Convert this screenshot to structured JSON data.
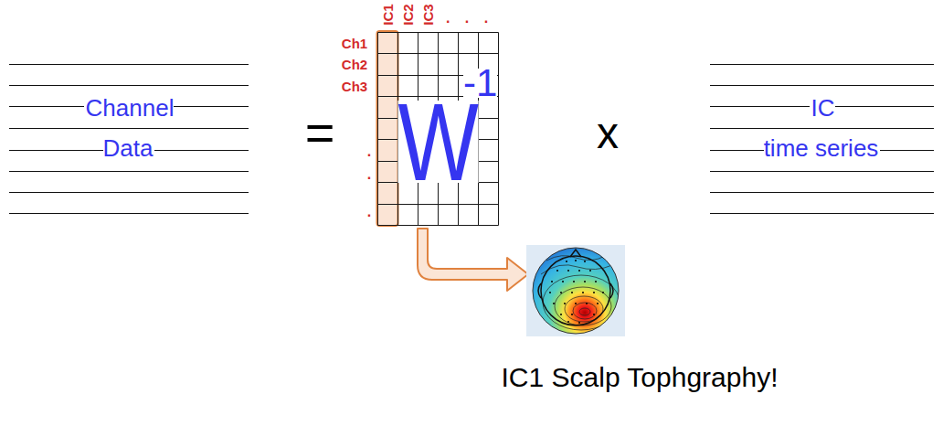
{
  "diagram": {
    "caption": "IC1 Scalp Tophgraphy!",
    "nodes": [
      {
        "text": [
          "Channel Data"
        ]
      },
      {
        "text": [
          "W",
          "-1"
        ]
      },
      {
        "text": [
          "IC time series"
        ]
      }
    ],
    "labels": [
      "IC1",
      "IC2",
      "IC3",
      ". . .",
      "Ch1",
      "Ch2",
      "Ch3",
      ".",
      ".",
      ".",
      "=",
      "x"
    ]
  }
}
